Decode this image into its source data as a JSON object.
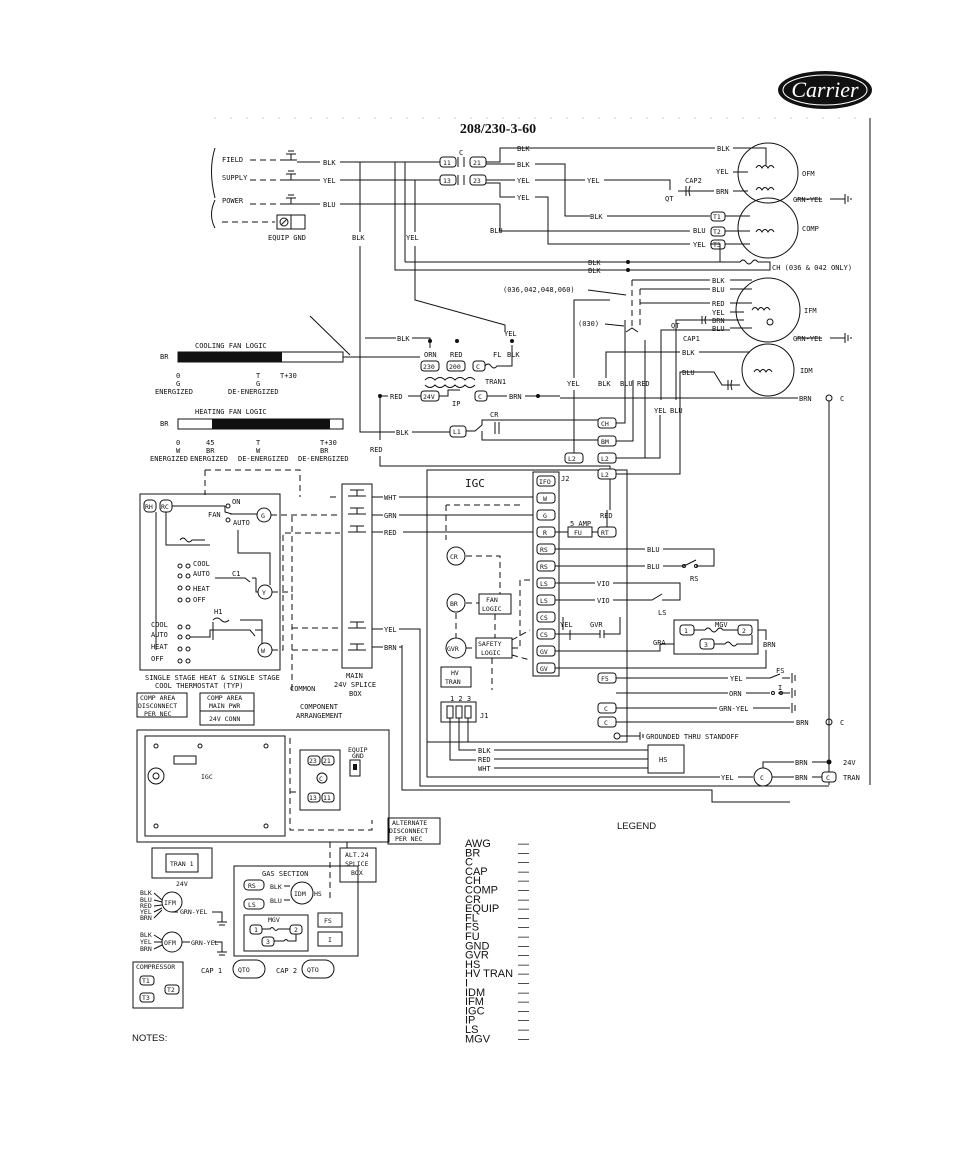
{
  "brand": "Carrier",
  "title": "208/230-3-60",
  "supply": {
    "field": "FIELD",
    "supply": "SUPPLY",
    "power": "POWER",
    "equip_gnd": "EQUIP GND"
  },
  "contactor": {
    "c": "C",
    "t1": "11",
    "t3": "13",
    "p21": "21",
    "p23": "23"
  },
  "wire_labels": {
    "blk": "BLK",
    "yel": "YEL",
    "blu": "BLU",
    "red": "RED",
    "brn": "BRN",
    "wht": "WHT",
    "grn": "GRN",
    "grn_yel": "GRN-YEL",
    "orn": "ORN",
    "vio": "VIO",
    "gra": "GRA"
  },
  "components": {
    "ofm": "OFM",
    "comp": "COMP",
    "ifm": "IFM",
    "idm": "IDM",
    "cap2": "CAP2",
    "cap1": "CAP1",
    "qt": "QT",
    "ch": "CH (036 & 042 ONLY)",
    "ifm_models": "(036,042,048,060)",
    "model030": "(030)",
    "tran1": "TRAN1",
    "fl": "FL",
    "ip": "IP",
    "cr": "CR",
    "l1": "L1",
    "p230": "230",
    "p200": "200",
    "c": "C",
    "v24": "24V",
    "t1": "T1",
    "t2": "T2",
    "t3": "T3"
  },
  "cooling_logic": {
    "title": "COOLING FAN LOGIC",
    "br": "BR",
    "t0": "0",
    "g0": "G",
    "e0": "ENERGIZED",
    "t1": "T",
    "g1": "G",
    "e1": "DE-ENERGIZED",
    "t2": "T+30"
  },
  "heating_logic": {
    "title": "HEATING FAN LOGIC",
    "br": "BR",
    "t0": "0",
    "w0": "W",
    "e0": "ENERGIZED",
    "t1": "45",
    "w1": "BR",
    "e1": "ENERGIZED",
    "t2": "T",
    "w2": "W",
    "e2": "DE-ENERGIZED",
    "t3": "T+30",
    "w3": "BR",
    "e3": "DE-ENERGIZED"
  },
  "igc": {
    "label": "IGC",
    "j2": "J2",
    "j1": "J1",
    "j1_pins": "1 2 3",
    "fan_logic_1": "FAN",
    "fan_logic_2": "LOGIC",
    "safety_1": "SAFETY",
    "safety_2": "LOGIC",
    "hv_1": "HV",
    "hv_2": "TRAN",
    "fuse": "5 AMP",
    "fu": "FU",
    "rt": "RT",
    "br": "BR",
    "gvr": "GVR",
    "cr": "CR",
    "pins": [
      "IFO",
      "W",
      "G",
      "R",
      "RS",
      "RS",
      "LS",
      "LS",
      "CS",
      "CS",
      "GV",
      "GV"
    ],
    "ch": "CH",
    "bm": "BM",
    "l2": "L2",
    "yel": "YEL",
    "gvr_lbl": "GVR"
  },
  "gas_right": {
    "rs": "RS",
    "ls": "LS",
    "mgv": "MGV",
    "fs": "FS",
    "i": "I",
    "p1": "1",
    "p2": "2",
    "p3": "3",
    "f5": "F5",
    "grounded": "GROUNDED THRU STANDOFF",
    "hs": "HS",
    "c_term": "C",
    "v24": "24V",
    "tran": "TRAN"
  },
  "thermostat": {
    "on": "ON",
    "fan": "FAN",
    "auto": "AUTO",
    "cool": "COOL",
    "auto2": "AUTO",
    "heat": "HEAT",
    "off": "OFF",
    "c1": "C1",
    "h1": "H1",
    "rh": "RH",
    "rc": "RC",
    "g": "G",
    "y": "Y",
    "w": "W",
    "cool2": "COOL",
    "auto3": "AUTO",
    "heat2": "HEAT",
    "off2": "OFF",
    "caption1": "SINGLE STAGE HEAT & SINGLE STAGE",
    "caption2": "COOL THERMOSTAT (TYP)"
  },
  "splice": {
    "main": "MAIN",
    "v24": "24V SPLICE",
    "box": "BOX",
    "common": "COMMON"
  },
  "notes_boxes": {
    "comp_area_1": "COMP AREA",
    "comp_area_2": "DISCONNECT",
    "comp_area_3": "PER NEC",
    "main_pwr_1": "COMP AREA",
    "main_pwr_2": "MAIN PWR",
    "conn": "24V CONN",
    "arr_1": "COMPONENT",
    "arr_2": "ARRANGEMENT",
    "alt_1": "ALTERNATE",
    "alt_2": "DISCONNECT",
    "alt_3": "PER NEC",
    "alt24_1": "ALT.24",
    "alt24_2": "SPLICE",
    "alt24_3": "BOX",
    "igc": "IGC",
    "tran1": "TRAN 1",
    "v24": "24V",
    "equip_gnd_1": "EQUIP",
    "equip_gnd_2": "GND",
    "gas_section": "GAS SECTION",
    "rs": "RS",
    "ls": "LS",
    "idm": "IDM",
    "hs": "HS",
    "mgv": "MGV",
    "fs": "FS",
    "i": "I",
    "ifm": "IFM",
    "ofm": "OFM",
    "compressor": "COMPRESSOR",
    "cap1": "CAP 1",
    "cap2": "CAP 2",
    "qto": "QTO",
    "c": "C",
    "t1": "T1",
    "t2": "T2",
    "t3": "T3",
    "p21": "21",
    "p23": "23",
    "p11": "11",
    "p13": "13"
  },
  "legend": {
    "heading": "LEGEND",
    "items": [
      "AWG",
      "BR",
      "C",
      "CAP",
      "CH",
      "COMP",
      "CR",
      "EQUIP",
      "FL",
      "FS",
      "FU",
      "GND",
      "GVR",
      "HS",
      "HV TRAN",
      "I",
      "IDM",
      "IFM",
      "IGC",
      "IP",
      "LS",
      "MGV"
    ],
    "dash": "—"
  },
  "notes": "NOTES:"
}
